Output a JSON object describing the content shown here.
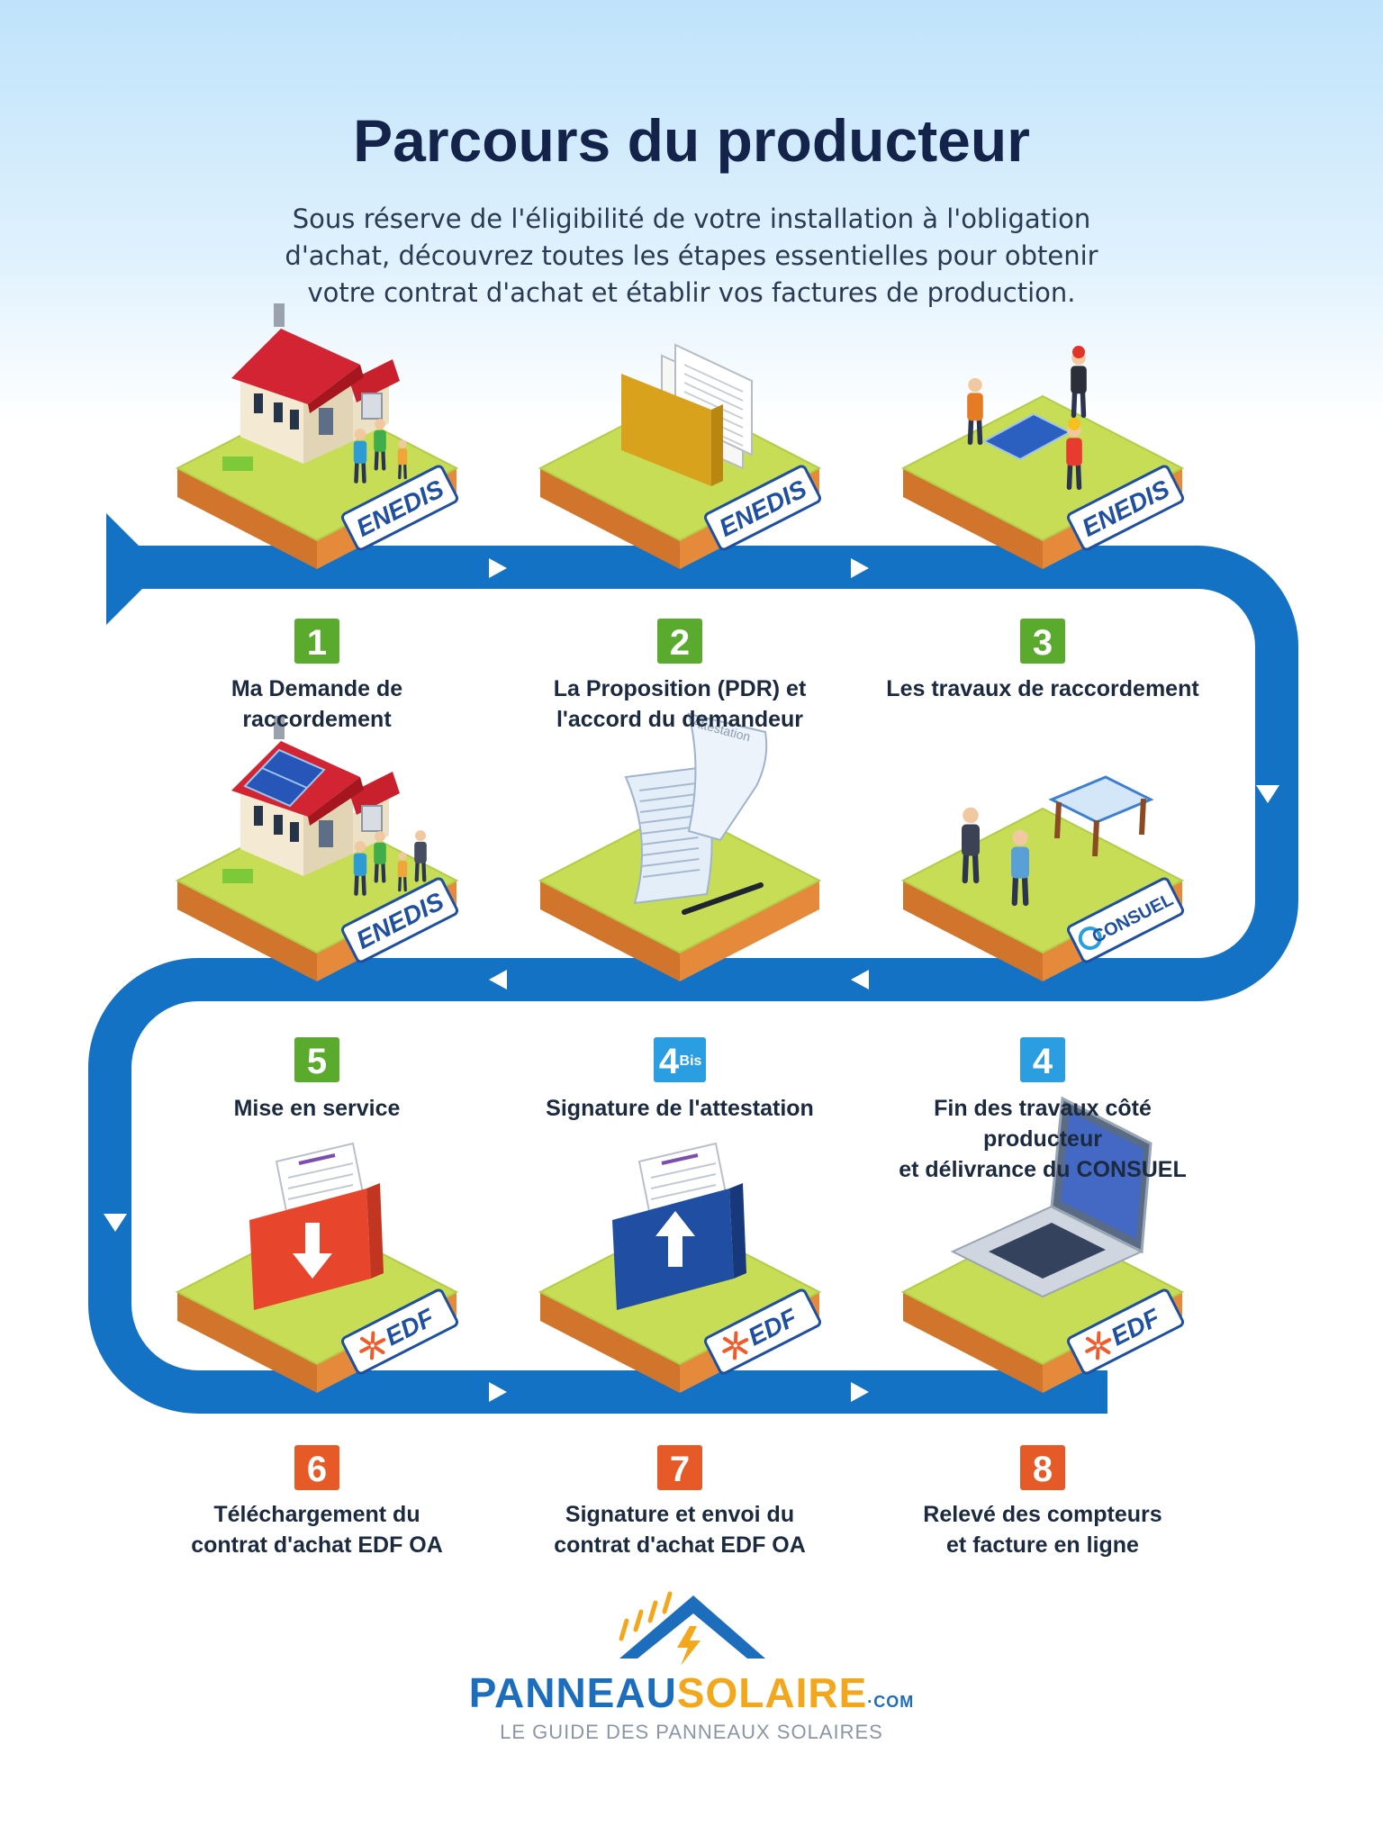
{
  "title": "Parcours du producteur",
  "subtitle": [
    "Sous réserve de l'éligibilité de votre installation à l'obligation",
    "d'achat, découvrez toutes les étapes essentielles pour obtenir",
    "votre contrat d'achat et établir vos factures de production."
  ],
  "colors": {
    "title": "#14234a",
    "path_blue": "#1372c4",
    "badge_green": "#5aaa2e",
    "badge_blue": "#2a9ee0",
    "badge_orange": "#e55a26",
    "platform_top": "#c6dd55",
    "platform_side": "#e58a3a",
    "logo_blue": "#1d6dbd",
    "logo_yellow": "#f3a71d"
  },
  "steps": [
    {
      "badge": "1",
      "label": [
        "Ma Demande de",
        "raccordement"
      ],
      "logo": "ENEDIS",
      "icon": "house-icon",
      "badge_color": "green"
    },
    {
      "badge": "2",
      "label": [
        "La Proposition (PDR) et",
        "l'accord du demandeur"
      ],
      "logo": "ENEDIS",
      "icon": "folder-documents-icon",
      "badge_color": "green"
    },
    {
      "badge": "3",
      "label": [
        "Les travaux de raccordement"
      ],
      "logo": "ENEDIS",
      "icon": "workers-solar-panel-icon",
      "badge_color": "green"
    },
    {
      "badge": "4",
      "label": [
        "Fin des travaux côté producteur",
        "et délivrance du CONSUEL"
      ],
      "logo": "CONSUEL",
      "icon": "handshake-blueprint-icon",
      "badge_color": "blue"
    },
    {
      "badge": "4",
      "badge_sup": "Bis",
      "label": [
        "Signature de l'attestation"
      ],
      "logo": "",
      "icon": "attestation-scroll-icon",
      "badge_color": "blue",
      "scroll_text": "Attestation"
    },
    {
      "badge": "5",
      "label": [
        "Mise en service"
      ],
      "logo": "ENEDIS",
      "icon": "house-solar-icon",
      "badge_color": "green"
    },
    {
      "badge": "6",
      "label": [
        "Téléchargement du",
        "contrat d'achat EDF OA"
      ],
      "logo": "EDF",
      "icon": "download-folder-icon",
      "badge_color": "orange"
    },
    {
      "badge": "7",
      "label": [
        "Signature et envoi du",
        "contrat d'achat EDF OA"
      ],
      "logo": "EDF",
      "icon": "upload-folder-icon",
      "badge_color": "orange"
    },
    {
      "badge": "8",
      "label": [
        "Relevé des compteurs",
        "et facture en ligne"
      ],
      "logo": "EDF",
      "icon": "laptop-icon",
      "badge_color": "orange"
    }
  ],
  "logo": {
    "name_part1": "PANNEAU",
    "name_part2": "SOLAIRE",
    "domain": "·COM",
    "tagline": "LE GUIDE DES PANNEAUX SOLAIRES"
  }
}
